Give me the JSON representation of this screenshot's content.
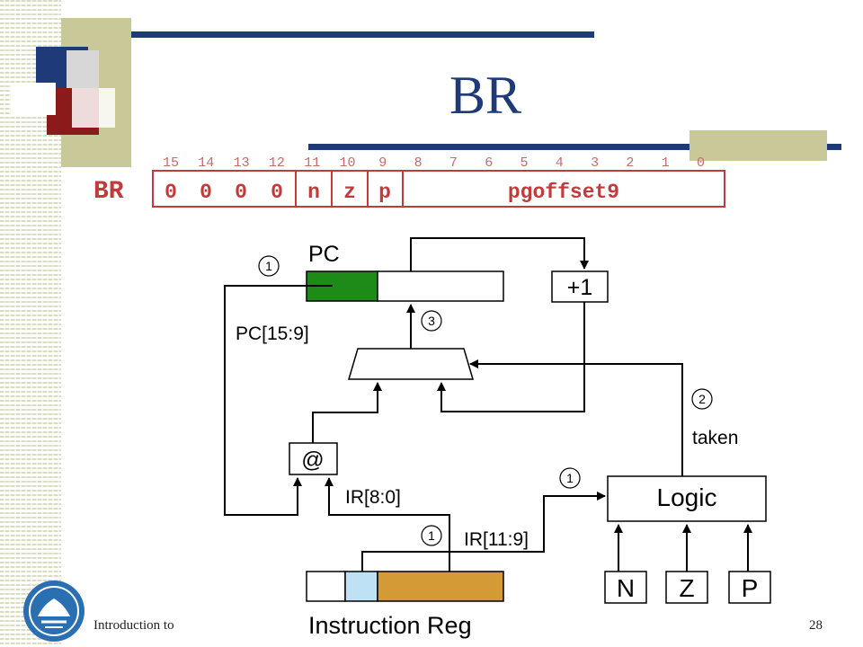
{
  "slide": {
    "title": "BR",
    "footer_left": "Introduction to",
    "page_number": "28"
  },
  "instruction_format": {
    "name": "BR",
    "bit_numbers": [
      "15",
      "14",
      "13",
      "12",
      "11",
      "10",
      "9",
      "8",
      "7",
      "6",
      "5",
      "4",
      "3",
      "2",
      "1",
      "0"
    ],
    "fields": {
      "opcode": [
        "0",
        "0",
        "0",
        "0"
      ],
      "n": "n",
      "z": "z",
      "p": "p",
      "offset": "pgoffset9"
    }
  },
  "datapath": {
    "pc_label": "PC",
    "incrementer": "+1",
    "pc_bits_label": "PC[15:9]",
    "ir_offset_label": "IR[8:0]",
    "ir_cond_label": "IR[11:9]",
    "concat_label": "@",
    "taken_label": "taken",
    "logic_label": "Logic",
    "flags": [
      "N",
      "Z",
      "P"
    ],
    "ir_label": "Instruction Reg",
    "steps": {
      "step1a": "1",
      "step1b": "1",
      "step1c": "1",
      "step2": "2",
      "step3": "3"
    }
  },
  "colors": {
    "title": "#1f3a78",
    "pc_high_bits": "#1e8a17",
    "ir_cond_bits": "#bfe1f5",
    "ir_offset_bits": "#d49a35",
    "format_border": "#c23a3a",
    "bit_number_color": "#c96a6a"
  }
}
